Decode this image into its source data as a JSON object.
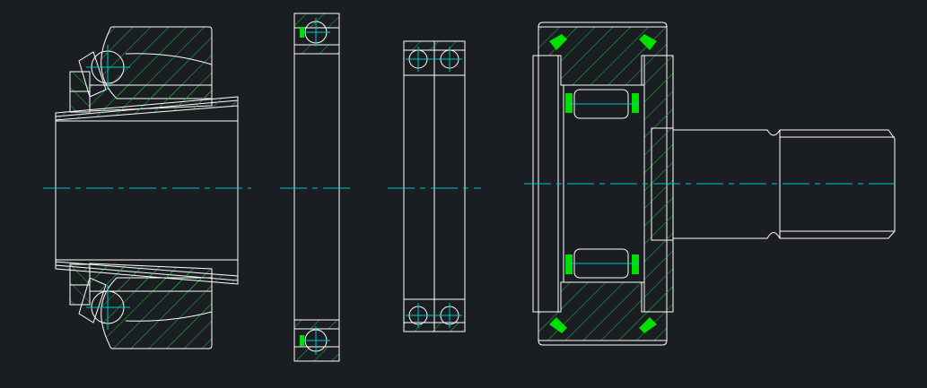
{
  "colors": {
    "background": "#1a1d22",
    "outline": "#ffffff",
    "hatch": "#22c03a",
    "centerline": "#00c8c8",
    "seal_fill": "#00e000"
  },
  "drawings": [
    {
      "id": "adapter-sleeve-bearing",
      "kind": "self-aligning ball bearing on tapered adapter sleeve"
    },
    {
      "id": "deep-groove-ball-bearing",
      "kind": "single row deep groove ball bearing"
    },
    {
      "id": "double-row-ball-bearing",
      "kind": "double row angular contact ball bearing"
    },
    {
      "id": "stud-track-roller",
      "kind": "stud type track roller with needle rollers"
    }
  ]
}
